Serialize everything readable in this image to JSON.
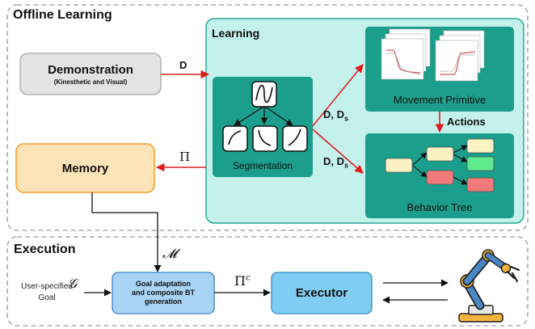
{
  "sections": {
    "offline_title": "Offline Learning",
    "learning_title": "Learning",
    "execution_title": "Execution"
  },
  "boxes": {
    "demonstration": {
      "title": "Demonstration",
      "subtitle": "(Kinesthetic and Visual)"
    },
    "memory": {
      "title": "Memory"
    },
    "segmentation": {
      "caption": "Segmentation"
    },
    "movement_primitive": {
      "caption": "Movement Primitive"
    },
    "behavior_tree": {
      "caption": "Behavior Tree"
    },
    "goal_adaptation": {
      "line1": "Goal adaptation",
      "line2": "and composite BT",
      "line3": "generation"
    },
    "executor": {
      "title": "Executor"
    }
  },
  "edge_labels": {
    "d": "D",
    "d_ds_top_main": "D, D",
    "d_ds_top_sub": "s",
    "d_ds_bottom_main": "D, D",
    "d_ds_bottom_sub": "s",
    "actions": "Actions",
    "pi": "Π",
    "m": "𝓜",
    "pi_c": "Π",
    "pi_c_sup": "c",
    "g": "𝒢",
    "user_goal_line1": "User-specified",
    "user_goal_line2": "Goal"
  },
  "colors": {
    "learning_fill": "#c4f1ec",
    "learning_stroke": "#2aa898",
    "teal_box": "#1b9e8b",
    "red_arrow": "#e01b1b",
    "memory_fill": "#fde3b8",
    "memory_stroke": "#f0a030",
    "demo_fill": "#e3e3e3",
    "goal_fill": "#a9d3f5",
    "executor_fill": "#7fcdf2",
    "bt_yellow": "#fdf2c4",
    "bt_green": "#5fea8f",
    "bt_red": "#f07a7a"
  }
}
